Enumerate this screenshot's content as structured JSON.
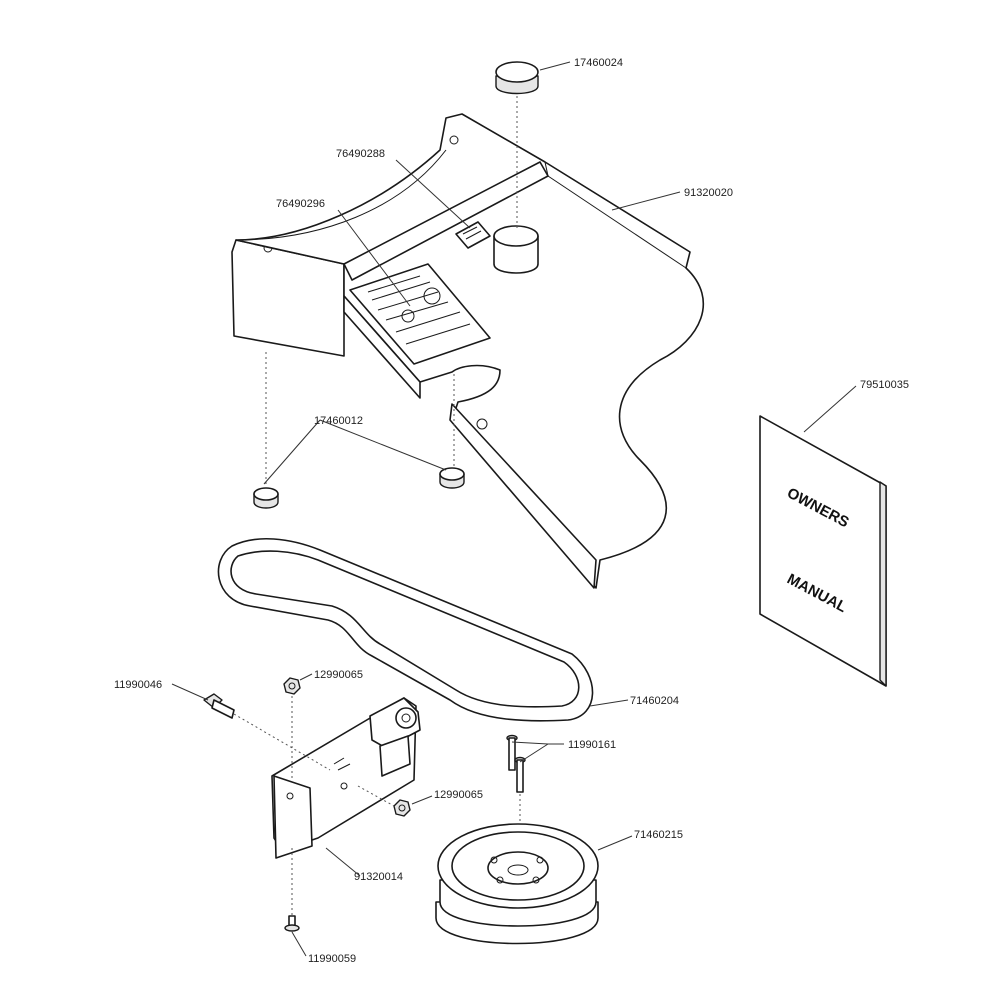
{
  "manual": {
    "line1": "OWNERS",
    "line2": "MANUAL"
  },
  "part_numbers": {
    "cap": "17460024",
    "decal_small": "76490288",
    "cover": "91320020",
    "decal_large": "76490296",
    "grommets": "17460012",
    "manual": "79510035",
    "belt": "71460204",
    "bolt_side": "11990046",
    "nut_top": "12990065",
    "nut_mid": "12990065",
    "shoulder_bolts": "11990161",
    "bracket": "91320014",
    "pulley": "71460215",
    "bolt_bottom": "11990059"
  }
}
